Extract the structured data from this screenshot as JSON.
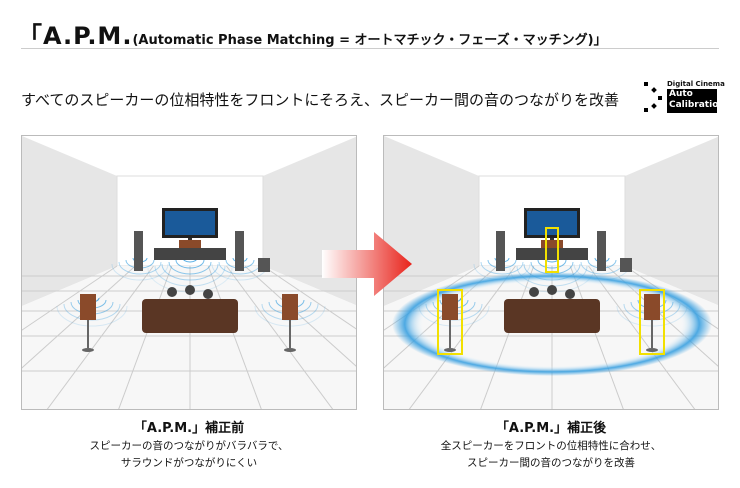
{
  "header": {
    "title_main": "「A.P.M.",
    "title_sub": "(Automatic Phase Matching = オートマチック・フェーズ・マッチング)」"
  },
  "lead": "すべてのスピーカーの位相特性をフロントにそろえ、スピーカー間の音のつながりを改善",
  "logo": {
    "caption": "Digital Cinema",
    "line1": "Auto",
    "line2": "Calibration"
  },
  "before": {
    "title": "「A.P.M.」補正前",
    "line1": "スピーカーの音のつながりがバラバラで、",
    "line2": "サラウンドがつながりにくい"
  },
  "after": {
    "title": "「A.P.M.」補正後",
    "line1": "全スピーカーをフロントの位相特性に合わせ、",
    "line2": "スピーカー間の音のつながりを改善"
  },
  "colors": {
    "arrow": "#e8231b",
    "highlight": "#f2e000",
    "wave": "#3aa0e0"
  }
}
